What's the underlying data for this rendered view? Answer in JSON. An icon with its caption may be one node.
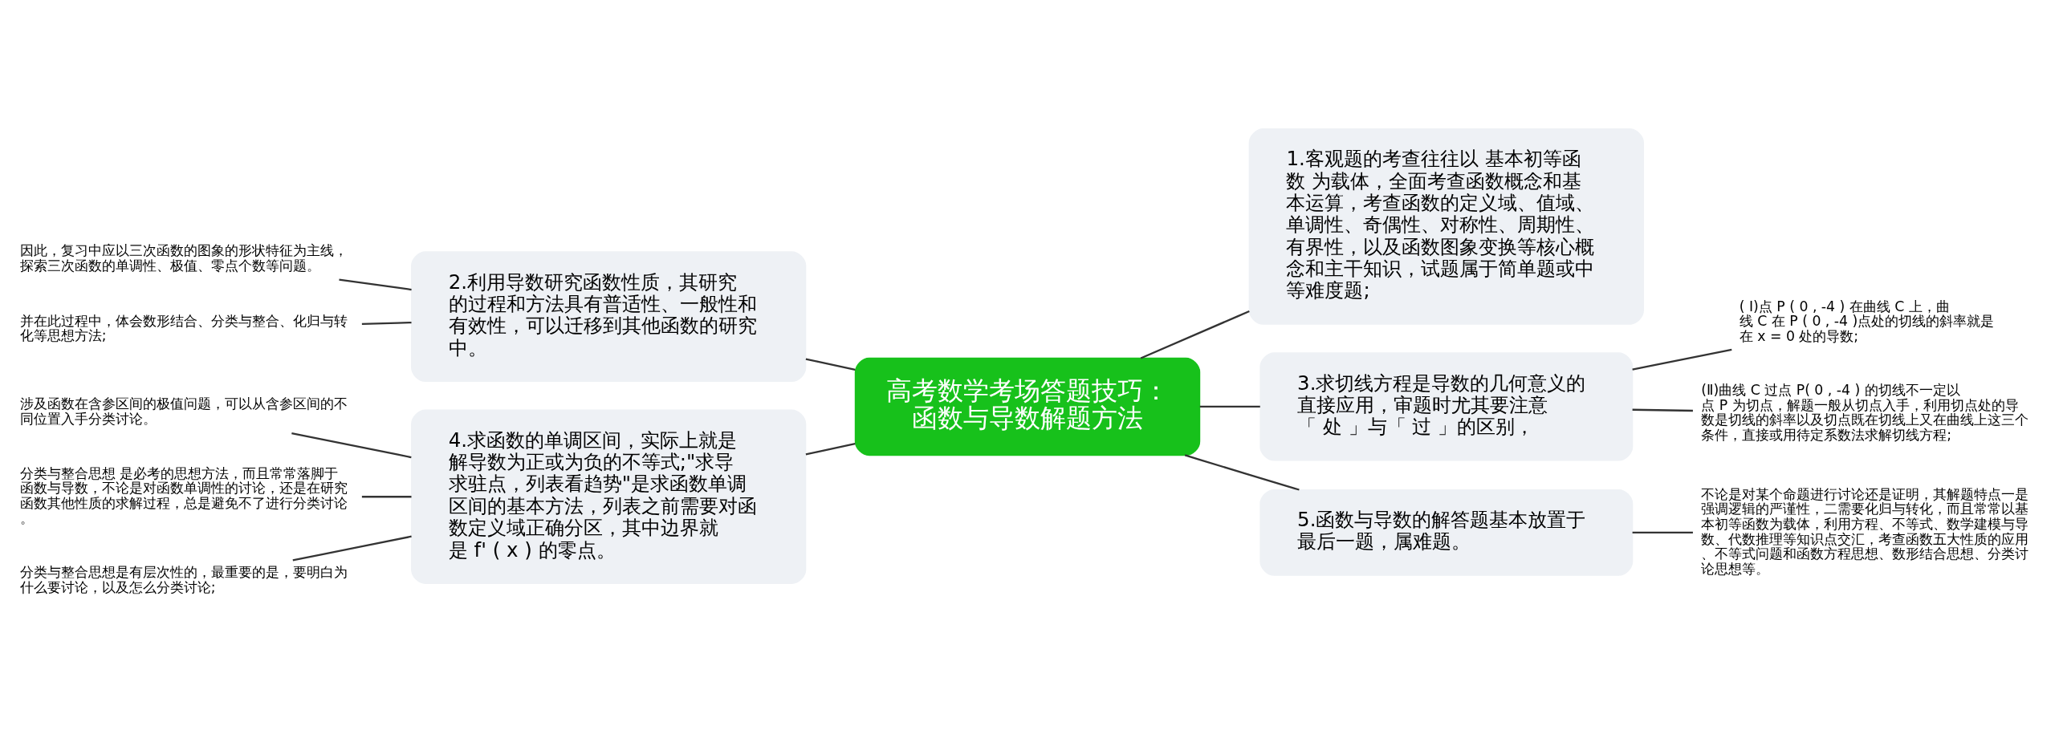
{
  "diagram": {
    "nodes": [
      {
        "text": [
          "高考数学考场答题技巧：函数与导数解题方法"
        ]
      },
      {
        "text": [
          "1.客观题的考查往往以 基本初等函数 为载体，全面考查函数概念和基本运算，考查函数的定义域、值域、单调性、奇偶性、对称性、周期性、有界性，以及函数图象变换等核心概念和主干知识，试题属于简单题或中等难度题;"
        ]
      },
      {
        "text": [
          "2.利用导数研究函数性质，其研究的过程和方法具有普适性、一般性和有效性，可以迁移到其他函数的研究中。"
        ]
      },
      {
        "text": [
          "因此，复习中应以三次函数的图象的形状特征为主线，探索三次函数的单调性、极值、零点个数等问题。"
        ]
      },
      {
        "text": [
          "并在此过程中，体会数形结合、分类与整合、化归与转化等思想方法;"
        ]
      },
      {
        "text": [
          "3.求切线方程是导数的几何意义的直接应用，审题时尤其要注意「 处 」与「 过 」的区别，"
        ]
      },
      {
        "text": [
          "( Ⅰ)点 P ( 0 , -4 ) 在曲线 C 上，曲线 C 在 P ( 0 , -4 )点处的切线的斜率就是在 x = 0 处的导数;"
        ]
      },
      {
        "text": [
          "(Ⅱ)曲线 C 过点 P( 0 , -4 ) 的切线不一定以点 P 为切点，解题一般从切点入手，利用切点处的导数是切线的斜率以及切点既在切线上又在曲线上这三个条件，直接或用待定系数法求解切线方程;"
        ]
      },
      {
        "text": [
          "4.求函数的单调区间，实际上就是解导数为正或为负的不等式;\"求导求驻点，列表看趋势\"是求函数单调区间的基本方法，列表之前需要对函数定义域正确分区，其中边界就是 f' ( x ) 的零点。"
        ]
      },
      {
        "text": [
          "涉及函数在含参区间的极值问题，可以从含参区间的不同位置入手分类讨论。"
        ]
      },
      {
        "text": [
          "分类与整合思想 是必考的思想方法，而且常常落脚于函数与导数，不论是对函数单调性的讨论，还是在研究函数其他性质的求解过程，总是避免不了进行分类讨论。"
        ]
      },
      {
        "text": [
          "分类与整合思想是有层次性的，最重要的是，要明白为什么要讨论，以及怎么分类讨论;"
        ]
      },
      {
        "text": [
          "5.函数与导数的解答题基本放置于最后一题，属难题。"
        ]
      },
      {
        "text": [
          "不论是对某个命题进行讨论还是证明，其解题特点一是强调逻辑的严谨性，二需要化归与转化，而且常常以基本初等函数为载体，利用方程、不等式、数学建模与导数、代数推理等知识点交汇，考查函数五大性质的应用、不等式问题和函数方程思想、数形结合思想、分类讨论思想等。"
        ]
      }
    ],
    "edges": [
      {
        "from": 0,
        "to": 1,
        "arrow": "none"
      },
      {
        "from": 2,
        "to": 0,
        "arrow": "none"
      },
      {
        "from": 3,
        "to": 2,
        "arrow": "none"
      },
      {
        "from": 4,
        "to": 2,
        "arrow": "none"
      },
      {
        "from": 0,
        "to": 5,
        "arrow": "none"
      },
      {
        "from": 5,
        "to": 6,
        "arrow": "none"
      },
      {
        "from": 5,
        "to": 7,
        "arrow": "none"
      },
      {
        "from": 8,
        "to": 0,
        "arrow": "none"
      },
      {
        "from": 9,
        "to": 8,
        "arrow": "none"
      },
      {
        "from": 10,
        "to": 8,
        "arrow": "none"
      },
      {
        "from": 11,
        "to": 8,
        "arrow": "none"
      },
      {
        "from": 0,
        "to": 12,
        "arrow": "none"
      },
      {
        "from": 12,
        "to": 13,
        "arrow": "none"
      }
    ]
  }
}
